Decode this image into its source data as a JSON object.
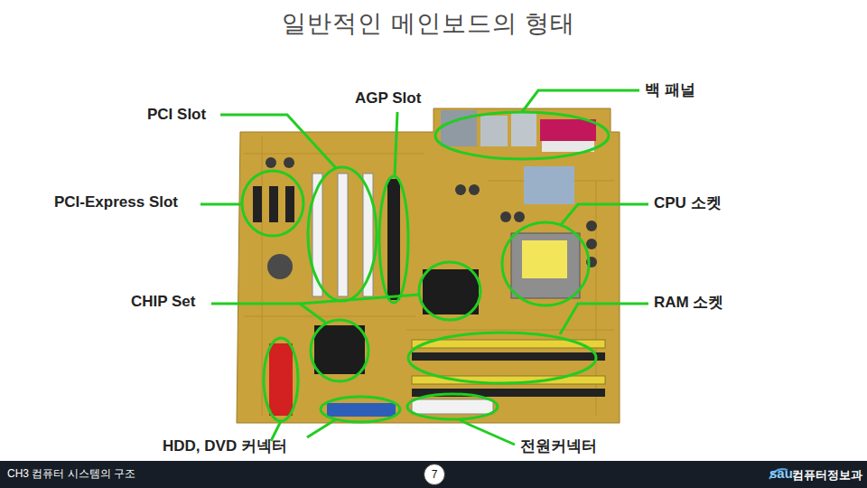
{
  "diagram": {
    "title": "일반적인 메인보드의 형태",
    "nodes": [
      {
        "text": [
          "7"
        ]
      }
    ],
    "labels": [
      "PCI Slot",
      "AGP Slot",
      "백 패널",
      "PCI-Express Slot",
      "CPU 소켓",
      "CHIP Set",
      "RAM 소켓",
      "HDD, DVD 커넥터",
      "전원커넥터",
      "CH3 컴퓨터 시스템의 구조",
      "sau",
      "컴퓨터정보과"
    ]
  }
}
